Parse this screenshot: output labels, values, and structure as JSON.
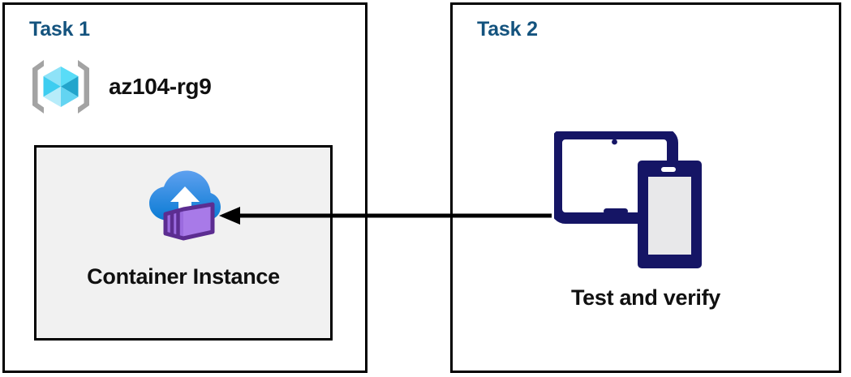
{
  "diagram": {
    "title_color": "#14537e",
    "text_color": "#101010",
    "box_fill": "#f1f1f1",
    "border_color": "#000000",
    "arrow_color": "#000000",
    "panels": [
      {
        "id": "task1",
        "title": "Task 1",
        "resource_group": {
          "icon": "azure-resource-group-icon",
          "label": "az104-rg9"
        },
        "resource": {
          "icon": "azure-container-instance-icon",
          "label": "Container Instance"
        }
      },
      {
        "id": "task2",
        "title": "Task 2",
        "activity": {
          "icon": "devices-tablet-phone-icon",
          "label": "Test and verify"
        }
      }
    ],
    "connector": {
      "name": "arrow-task2-to-container-instance",
      "direction": "right-to-left",
      "from": "Test and verify",
      "to": "Container Instance"
    }
  }
}
